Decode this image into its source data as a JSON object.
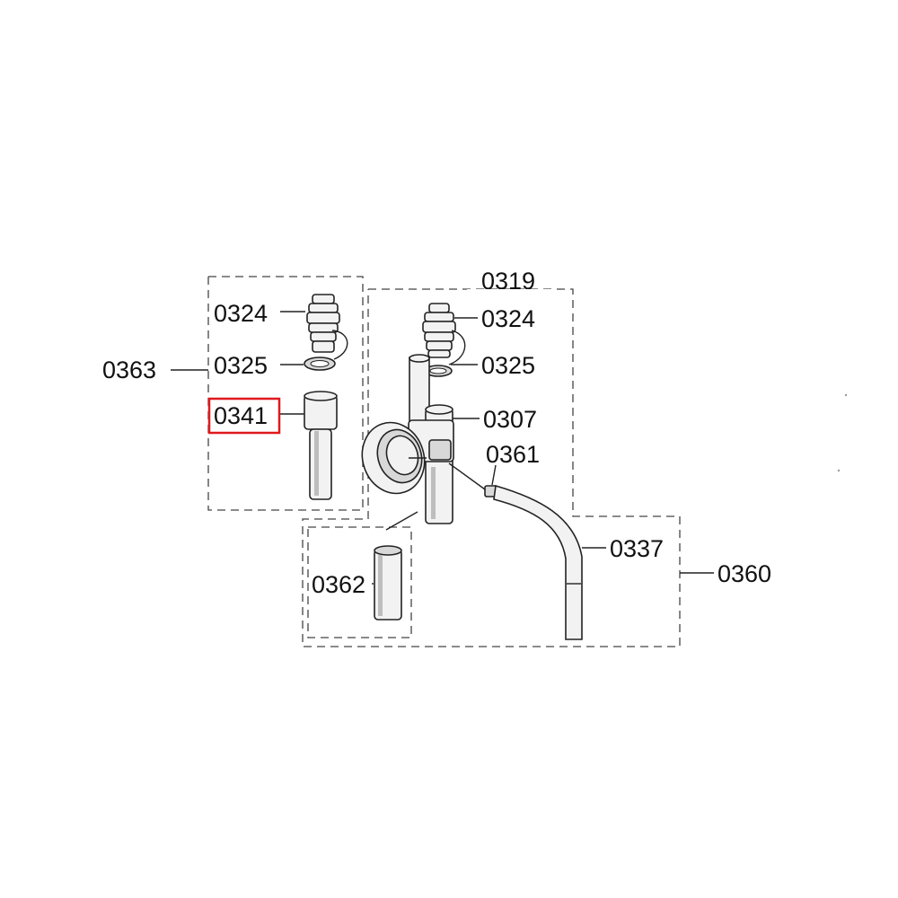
{
  "diagram": {
    "highlight_color": "#e0191e",
    "labels": {
      "p0363": "0363",
      "p0324_left": "0324",
      "p0325_left": "0325",
      "p0341": "0341",
      "p0324_right": "0324",
      "p0325_right": "0325",
      "p0307": "0307",
      "p0361": "0361",
      "p0337": "0337",
      "p0360": "0360",
      "p0362": "0362"
    },
    "highlighted_part": "0341"
  }
}
